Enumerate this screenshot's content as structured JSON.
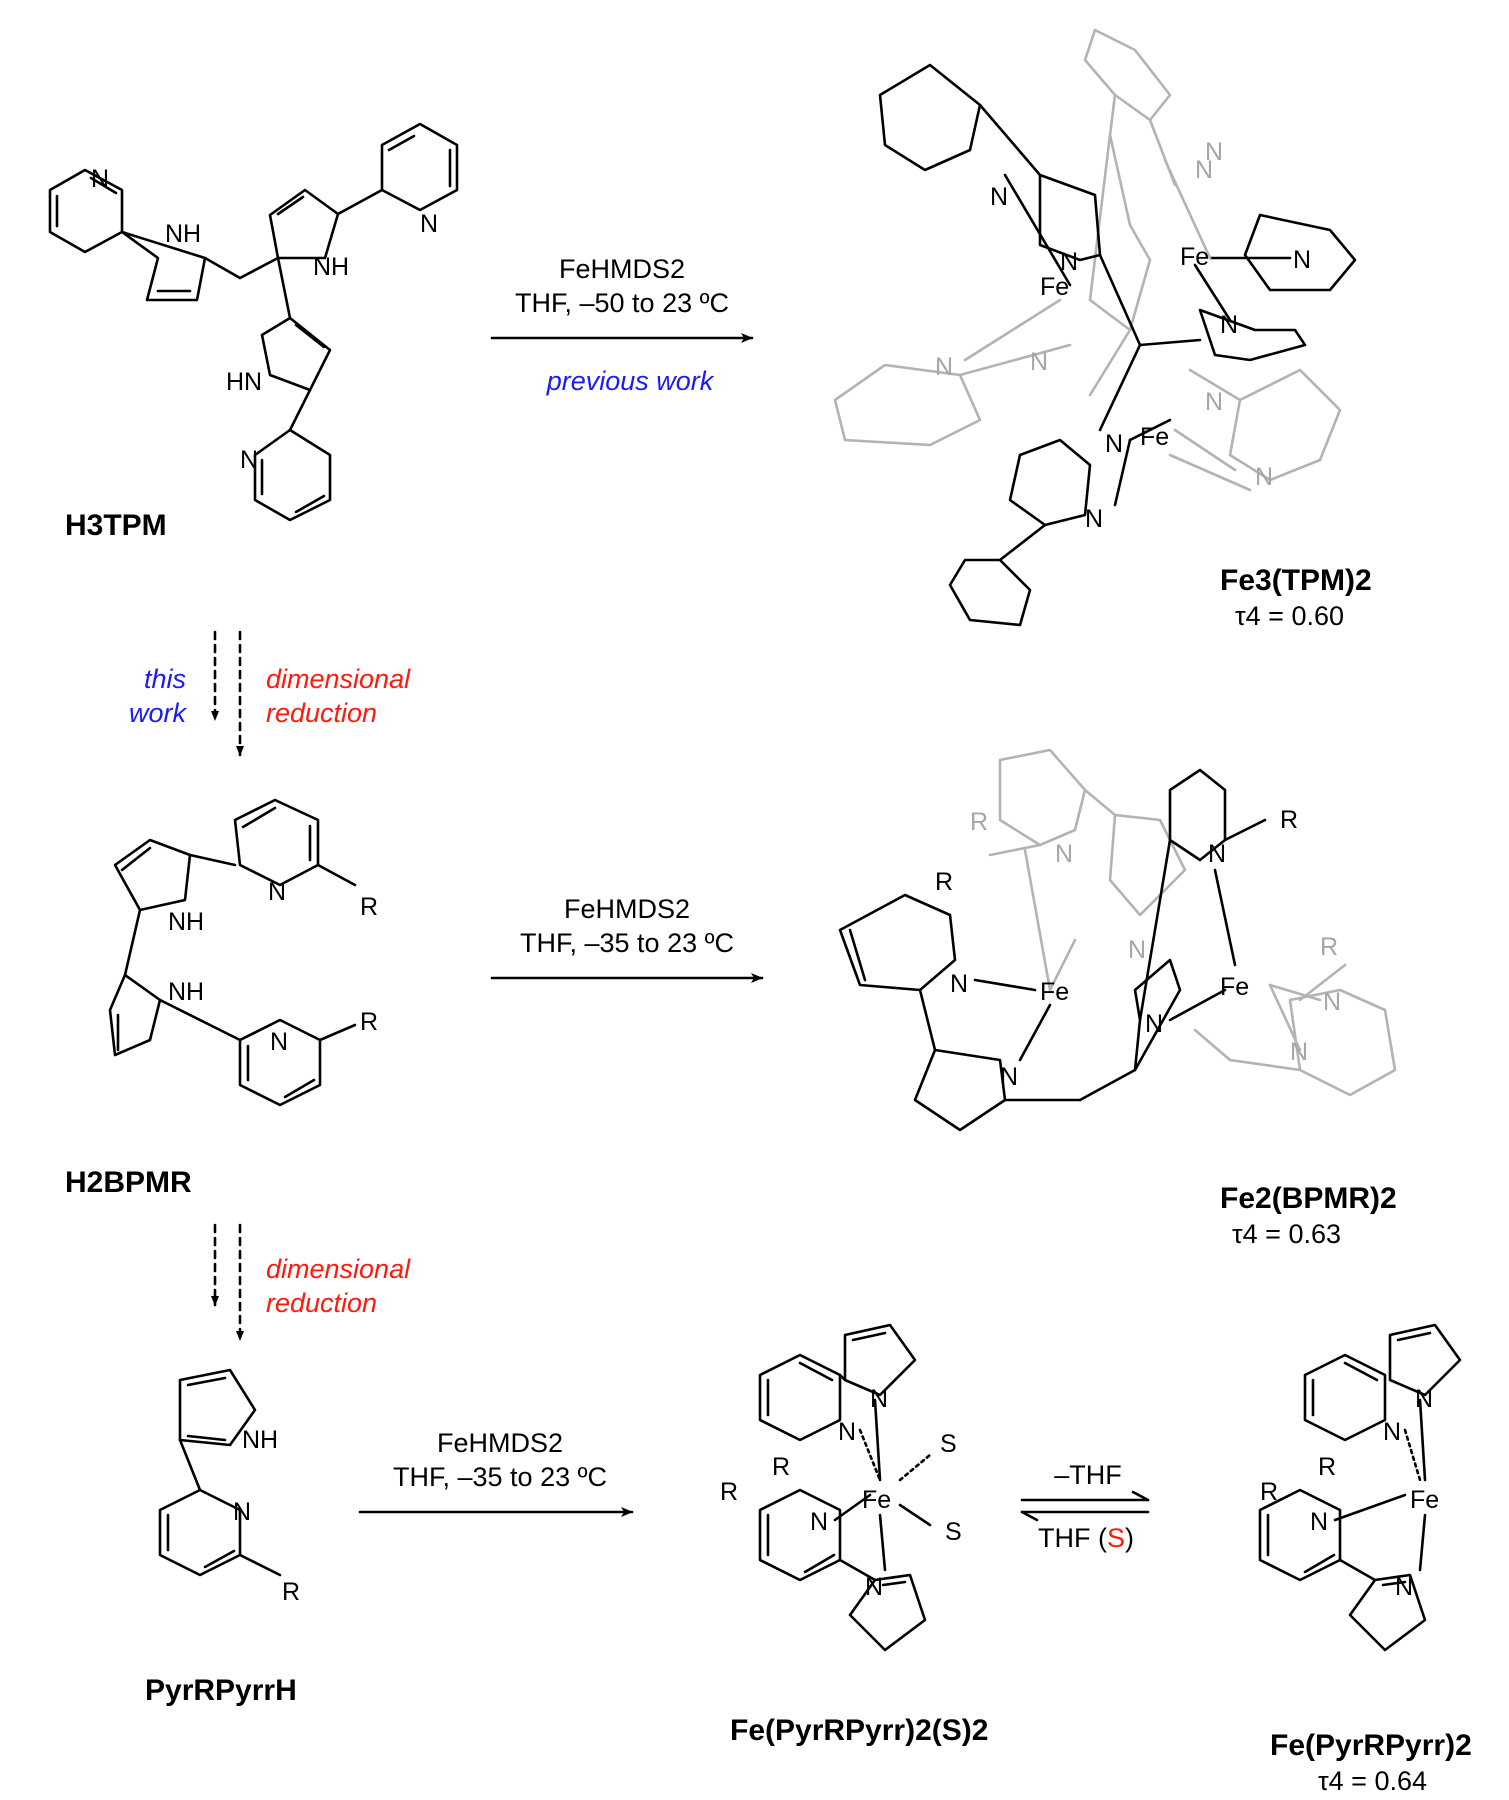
{
  "colors": {
    "bond": "#000000",
    "back_bond": "#b3b3b3",
    "blue_text": "#1a1aff",
    "red_text": "#ff1a0d"
  },
  "compounds": {
    "h3tpm": "H3TPM",
    "fe3_tpm2": "Fe3(TPM)2",
    "fe3_tpm2_tau": "τ4 = 0.60",
    "h2bpm": "H2BPMR",
    "fe2_bpm2": "Fe2(BPMR)2",
    "fe2_bpm2_tau": "τ4 = 0.63",
    "pyrpyrrh": "PyrRPyrrH",
    "fe_pyrpyrr2_s2": "Fe(PyrRPyrr)2(S)2",
    "fe_pyrpyrr2": "Fe(PyrRPyrr)2",
    "fe_pyrpyrr2_tau": "τ4 = 0.64"
  },
  "reactions": {
    "r1_reagent": "FeHMDS2",
    "r1_conditions": "THF, –50 to 23 ºC",
    "r1_note": "previous work",
    "r2_reagent": "FeHMDS2",
    "r2_conditions": "THF, –35 to 23 ºC",
    "r3_reagent": "FeHMDS2",
    "r3_conditions": "THF, –35 to 23 ºC",
    "eq_forward": "–THF",
    "eq_reverse_1": "THF (",
    "eq_reverse_s": "S",
    "eq_reverse_2": ")"
  },
  "arrows": {
    "step1_left_1": "this",
    "step1_left_2": "work",
    "step1_right_1": "dimensional",
    "step1_right_2": "reduction",
    "step2_right_1": "dimensional",
    "step2_right_2": "reduction"
  },
  "atoms": {
    "N": "N",
    "NH": "NH",
    "HN": "HN",
    "Fe": "Fe",
    "R": "R",
    "S": "S"
  }
}
